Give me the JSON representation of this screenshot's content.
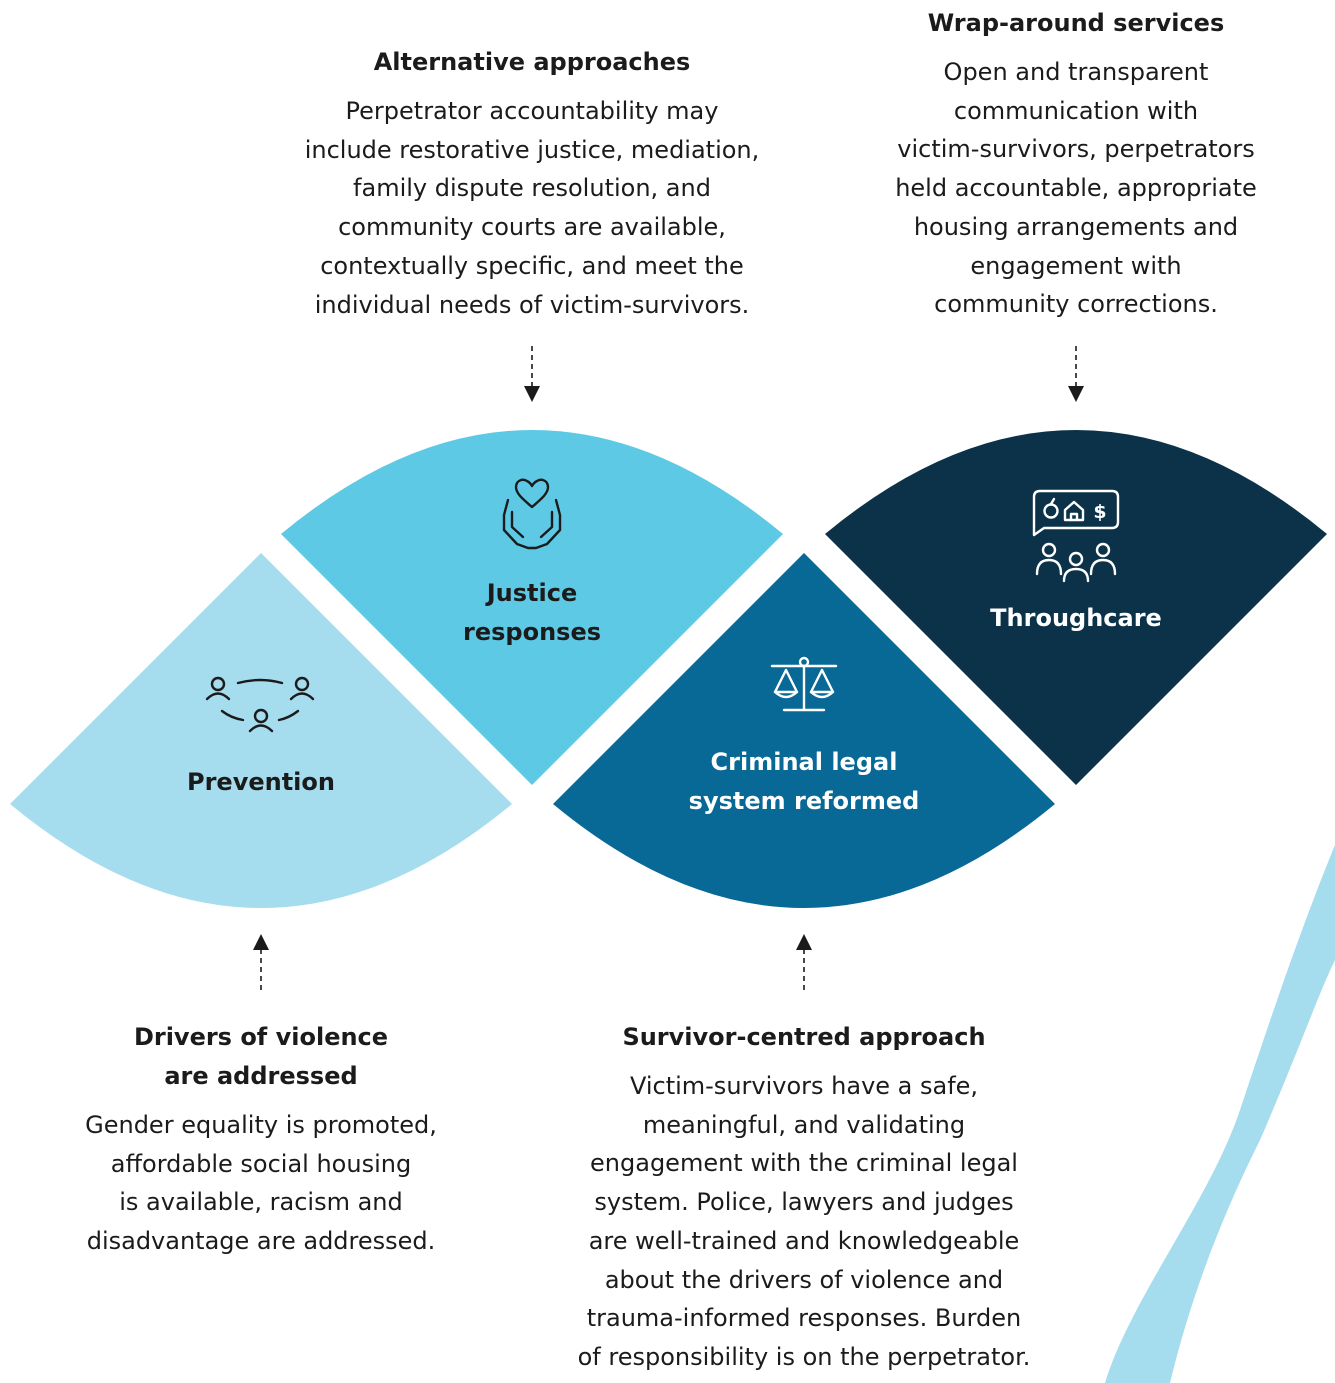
{
  "colors": {
    "prevention": "#a5dcee",
    "justice": "#5ec9e5",
    "criminal_legal": "#086896",
    "throughcare": "#0b3248",
    "ribbon": "#a5dcee",
    "text_dark": "#1b1b1b",
    "text_light": "#ffffff"
  },
  "segments": {
    "prevention": {
      "label": "Prevention",
      "icon": "people-network-icon"
    },
    "justice": {
      "label_lines": [
        "Justice",
        "responses"
      ],
      "icon": "heart-in-hands-icon"
    },
    "criminal_legal": {
      "label_lines": [
        "Criminal legal",
        "system reformed"
      ],
      "icon": "scales-of-justice-icon"
    },
    "throughcare": {
      "label": "Throughcare",
      "icon": "services-and-people-icon"
    }
  },
  "callouts": {
    "alternative": {
      "heading": "Alternative approaches",
      "lines": [
        "Perpetrator accountability may",
        "include restorative justice, mediation,",
        "family dispute resolution, and",
        "community courts are available,",
        "contextually specific, and meet the",
        "individual needs of victim-survivors."
      ]
    },
    "wraparound": {
      "heading": "Wrap-around services",
      "lines": [
        "Open and transparent",
        "communication with",
        "victim-survivors, perpetrators",
        "held accountable, appropriate",
        "housing arrangements and",
        "engagement with",
        "community corrections."
      ]
    },
    "drivers": {
      "heading_lines": [
        "Drivers of violence",
        "are addressed"
      ],
      "lines": [
        "Gender equality is promoted,",
        "affordable social housing",
        "is available, racism and",
        "disadvantage are addressed."
      ]
    },
    "survivor": {
      "heading": "Survivor-centred approach",
      "lines": [
        "Victim-survivors have a safe,",
        "meaningful, and validating",
        "engagement with the criminal legal",
        "system. Police, lawyers and judges",
        "are well-trained and knowledgeable",
        "about the drivers of violence and",
        "trauma-informed responses. Burden",
        "of responsibility is on the perpetrator."
      ]
    }
  }
}
